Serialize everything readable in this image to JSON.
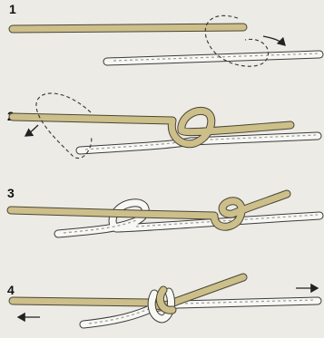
{
  "figure": {
    "steps": [
      {
        "number": "1"
      },
      {
        "number": "2"
      },
      {
        "number": "3"
      },
      {
        "number": "4"
      }
    ]
  },
  "colors": {
    "background": "#ecebe6",
    "rope_tan": "#cdbf8a",
    "rope_white": "#f7f7f4",
    "outline": "#3b3b3b"
  }
}
